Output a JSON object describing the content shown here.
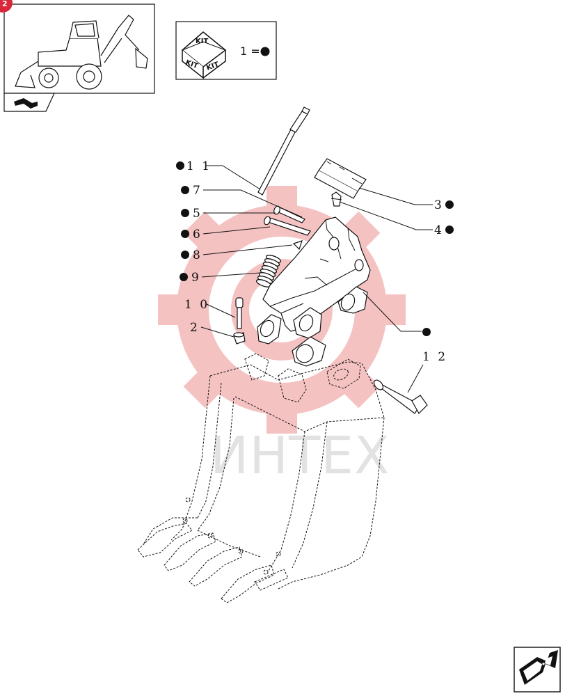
{
  "badge_number": "2",
  "kit_box": {
    "kit_word_top": "KIT",
    "kit_word_left": "KIT",
    "kit_word_right": "KIT",
    "legend": "1 ="
  },
  "watermark": "ИНТЕХ",
  "callouts": [
    {
      "id": "11",
      "text": "1 1",
      "marked": true
    },
    {
      "id": "7",
      "text": "7",
      "marked": true
    },
    {
      "id": "5",
      "text": "5",
      "marked": true
    },
    {
      "id": "6",
      "text": "6",
      "marked": true
    },
    {
      "id": "8",
      "text": "8",
      "marked": true
    },
    {
      "id": "9",
      "text": "9",
      "marked": true
    },
    {
      "id": "10",
      "text": "1 0",
      "marked": false
    },
    {
      "id": "2",
      "text": "2",
      "marked": false
    },
    {
      "id": "3",
      "text": "3",
      "marked": true
    },
    {
      "id": "4",
      "text": "4",
      "marked": true
    },
    {
      "id": "bracket",
      "text": "",
      "marked": true
    },
    {
      "id": "12",
      "text": "1 2",
      "marked": false
    }
  ],
  "icons": {
    "thumbnail": "backhoe-loader-icon",
    "thumbnail_tab": "section-arrow-icon",
    "kit": "kit-box-icon",
    "next": "next-page-arrow-icon"
  },
  "colors": {
    "badge": "#d8283a",
    "watermark_gear": "#f4bcbc",
    "watermark_text": "#e2e2e2",
    "ink": "#111111"
  }
}
